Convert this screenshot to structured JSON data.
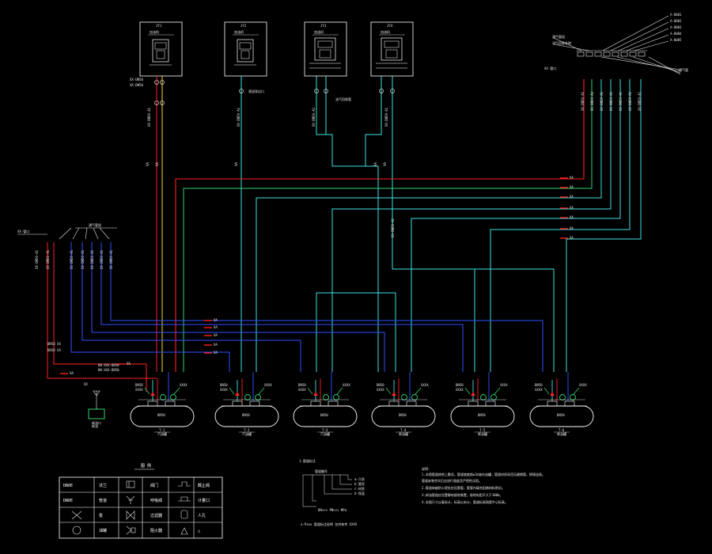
{
  "colors": {
    "background": "#000000",
    "white": "#ffffff",
    "red": "#ff2020",
    "cyan": "#40e0e0",
    "green": "#30d070",
    "blue": "#3050ff",
    "yellow": "#f0e020",
    "light_green": "#a0ff60"
  },
  "legend": {
    "title": "图 例",
    "rows": [
      [
        "DN0E",
        "法兰",
        "",
        "阀门",
        "",
        "截止阀"
      ],
      [
        "DN0E",
        "管道",
        "",
        "呼吸阀",
        "",
        "计量口"
      ],
      [
        "",
        "泵",
        "",
        "过滤器",
        "",
        "人孔"
      ],
      [
        "",
        "油罐",
        "",
        "阻火器",
        "",
        "△"
      ]
    ]
  },
  "pipe_note": {
    "heading": "1.管道标注",
    "symbol_label": "管道编号",
    "lines": [
      "a-介质",
      "b-管径",
      "c-材质",
      "d-保温"
    ],
    "bottom_1": "DN××× PN××× MPa",
    "bottom_2": "a-Pxxx 管道标注说明 仅供参考 XXXX"
  },
  "notes": {
    "heading": "说明：",
    "lines": [
      "1.本图管道按地上敷设，管道坡度按≥3‰坡向油罐，管道材质采用无缝钢管，焊接连接。",
      "   管道安装完毕后应进行强度及严密性试验。",
      "2.管道穿越防火堤处应设套管，套管内填充阻燃材料密封。",
      "3.卸油管道应设置静电接地装置，接地电阻不大于100Ω。",
      "4.本图尺寸以毫米计，标高以米计，管道标高指管中心标高。"
    ]
  },
  "dispensers": [
    {
      "id": "JY1",
      "title": "加油机"
    },
    {
      "id": "JY2",
      "title": "加油机"
    },
    {
      "id": "JY3",
      "title": "加油机"
    },
    {
      "id": "JY4",
      "title": "加油机"
    }
  ],
  "tanks": [
    {
      "id": "T-1",
      "label": "汽油罐"
    },
    {
      "id": "T-2",
      "label": "汽油罐"
    },
    {
      "id": "T-3",
      "label": "汽油罐"
    },
    {
      "id": "T-4",
      "label": "柴油罐"
    },
    {
      "id": "T-5",
      "label": "柴油罐"
    },
    {
      "id": "T-6",
      "label": "柴油罐"
    }
  ],
  "labels": {
    "vent_group_right": "通气管",
    "vent_group_left": "通气管",
    "unload_point": "卸油口",
    "oil_recovery_unit": "油气回收",
    "pump": "潜油泵",
    "vent_cap": "阻火器",
    "pipe_code": "DN50",
    "valve": "VA"
  }
}
